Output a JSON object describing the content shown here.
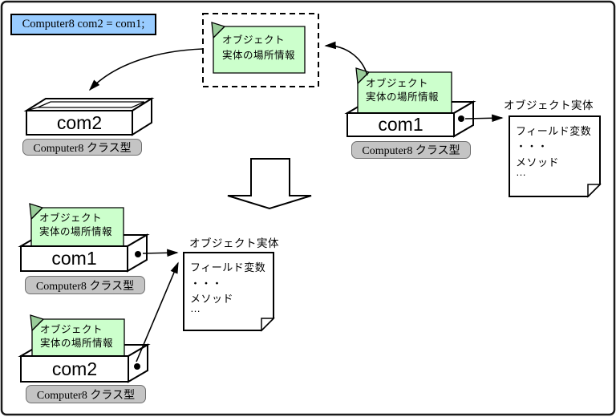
{
  "colors": {
    "code-fill": "#99ccff",
    "note-fill": "#ccffcc",
    "note-fold": "#99cc99",
    "label-fill": "#c4c4c4"
  },
  "code_box": {
    "text": "Computer8 com2 = com1;"
  },
  "reference_note": {
    "text": "オブジェクト\n実体の場所情報"
  },
  "class_type_label": {
    "text": "Computer8 クラス型"
  },
  "variables": {
    "top_com2": {
      "name": "com2"
    },
    "top_com1": {
      "name": "com1"
    },
    "bottom_com1": {
      "name": "com1"
    },
    "bottom_com2": {
      "name": "com2"
    }
  },
  "object_entity": {
    "title": "オブジェクト実体",
    "lines": [
      "フィールド変数",
      "・・・",
      "メソッド",
      "…"
    ]
  }
}
